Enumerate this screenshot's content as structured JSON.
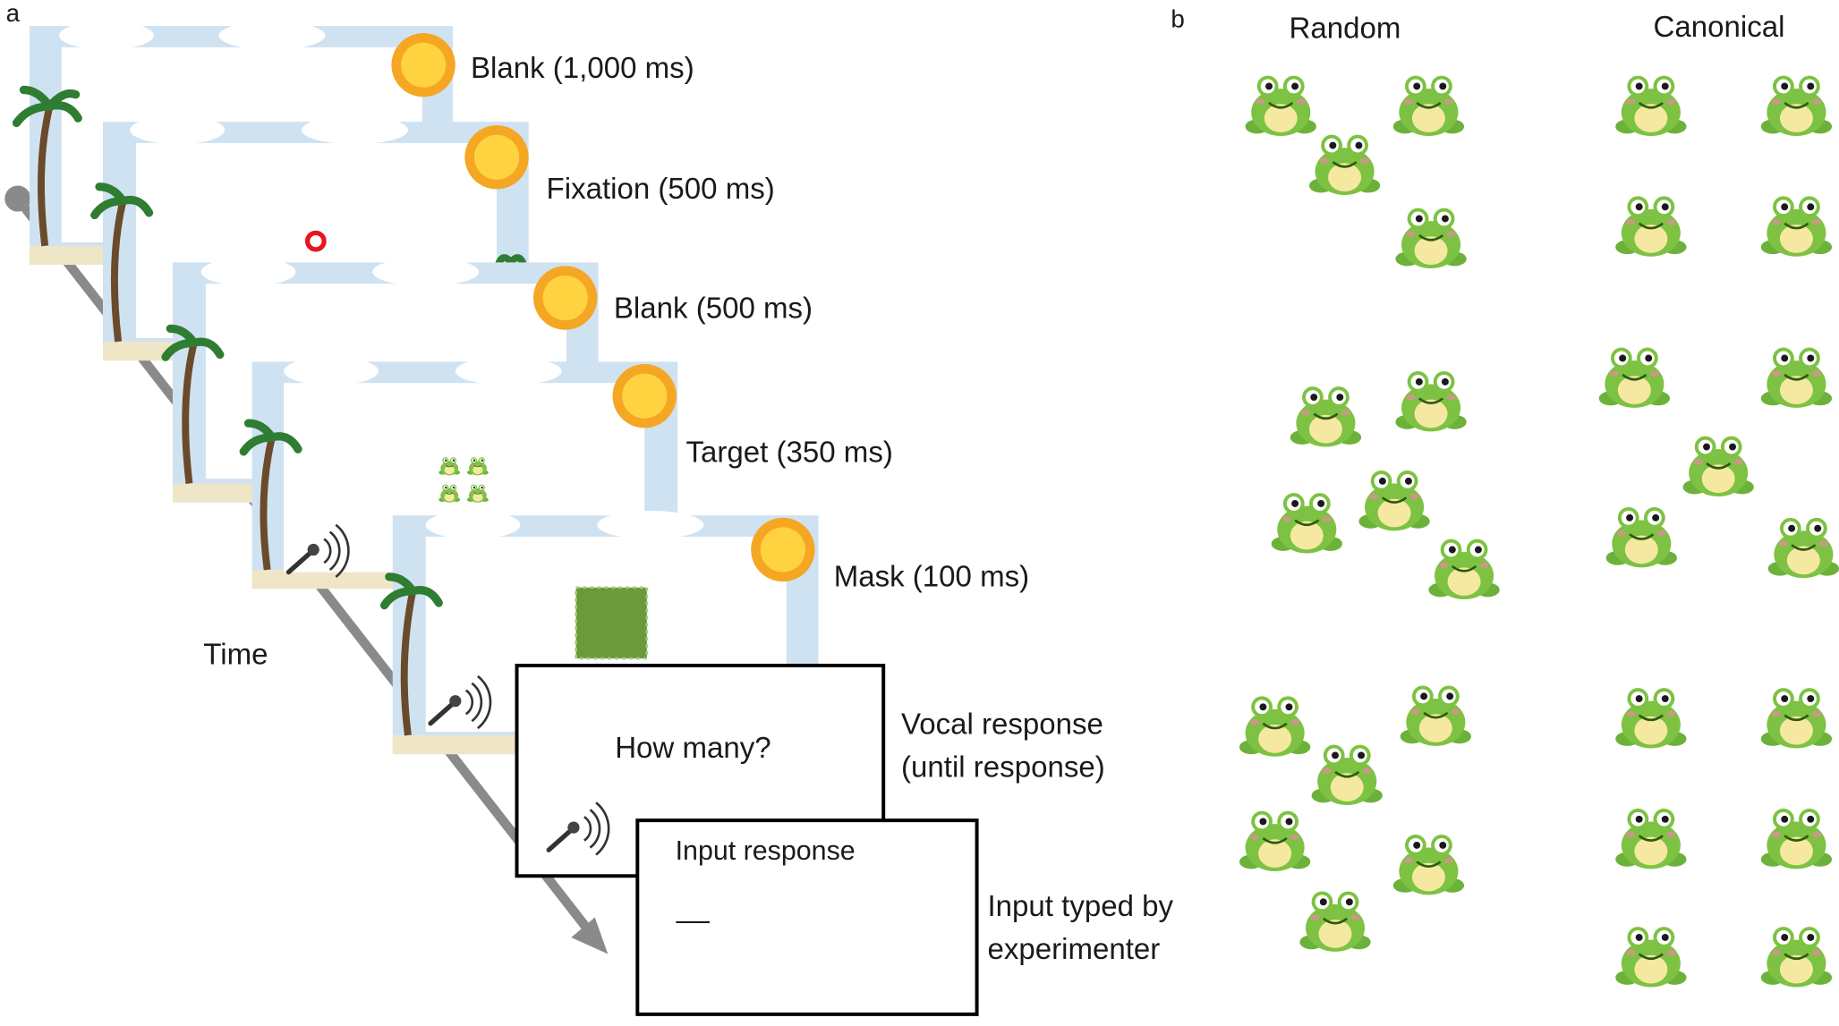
{
  "panel_a": {
    "letter": "a",
    "time_label": "Time",
    "frames": [
      {
        "label": "Blank (1,000 ms)"
      },
      {
        "label": "Fixation (500 ms)"
      },
      {
        "label": "Blank (500 ms)"
      },
      {
        "label": "Target (350 ms)"
      },
      {
        "label": "Mask (100 ms)"
      }
    ],
    "vocal_response": {
      "screen_text": "How many?",
      "label_line1": "Vocal response",
      "label_line2": "(until response)"
    },
    "input_response": {
      "screen_text": "Input response",
      "cursor": "__",
      "label_line1": "Input typed by",
      "label_line2": "experimenter"
    },
    "colors": {
      "sky": "#cfe2f2",
      "cloud": "#ffffff",
      "sun": "#f5a623",
      "sun_core": "#ffd23f",
      "palm_trunk": "#6b4a2b",
      "palm_leaf": "#2f7d32",
      "sand": "#efe6c8",
      "fixation": "#e8141e",
      "mask": "#6a9a3a",
      "arrow": "#8a8a8a",
      "frog": "#7dc242",
      "frog_belly": "#f5e8a0"
    }
  },
  "panel_b": {
    "letter": "b",
    "columns": [
      "Random",
      "Canonical"
    ]
  }
}
